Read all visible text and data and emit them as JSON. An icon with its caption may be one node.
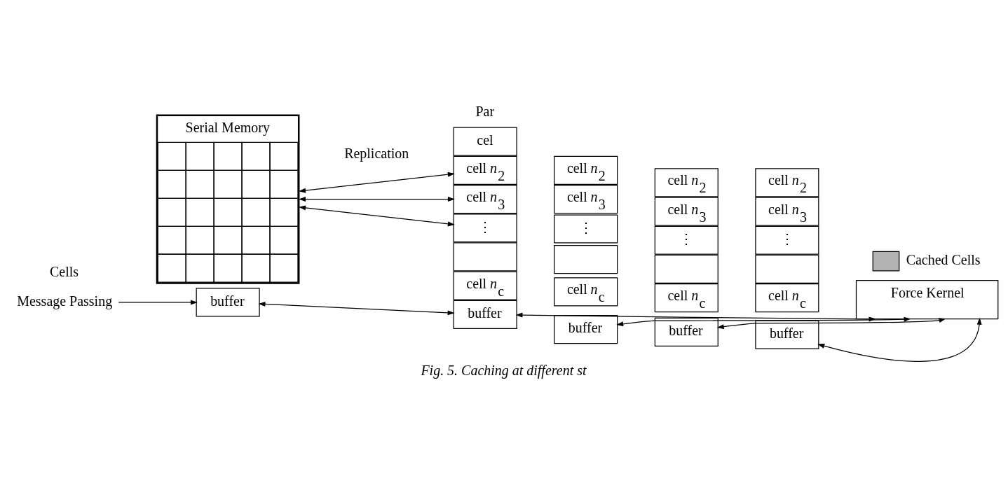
{
  "diagram": {
    "caption": "Fig. 5. Caching at different st",
    "nodes": [
      {
        "text": [
          "Serial Memory"
        ]
      },
      {
        "text": [
          "Message Passing"
        ]
      },
      {
        "text": [
          "buffer"
        ]
      },
      {
        "text": [
          "cel"
        ]
      },
      {
        "text": [
          "cell *n*$_{2}$"
        ]
      },
      {
        "text": [
          "cell *n*$_{3}$"
        ]
      },
      {
        "text": [
          "⋮"
        ]
      },
      {
        "text": [],
        "shape": "box"
      },
      {
        "text": [
          "cell *n*$_{c}$"
        ]
      },
      {
        "text": [
          "buffer"
        ]
      },
      {
        "text": [
          "cell *n*$_{2}$"
        ]
      },
      {
        "text": [
          "cell *n*$_{3}$"
        ]
      },
      {
        "text": [
          "⋮"
        ]
      },
      {
        "text": [],
        "shape": "box"
      },
      {
        "text": [
          "cell *n*$_{c}$"
        ]
      },
      {
        "text": [
          "buffer"
        ]
      },
      {
        "text": [
          "cell *n*$_{2}$"
        ]
      },
      {
        "text": [
          "cell *n*$_{3}$"
        ]
      },
      {
        "text": [
          "⋮"
        ]
      },
      {
        "text": [],
        "shape": "box"
      },
      {
        "text": [
          "cell *n*$_{c}$"
        ]
      },
      {
        "text": [
          "buffer"
        ]
      },
      {
        "text": [
          "cell *n*$_{2}$"
        ]
      },
      {
        "text": [
          "cell *n*$_{3}$"
        ]
      },
      {
        "text": [
          "⋮"
        ]
      },
      {
        "text": [],
        "shape": "box"
      },
      {
        "text": [
          "cell *n*$_{c}$"
        ]
      },
      {
        "text": [
          "buffer"
        ]
      },
      {
        "text": [
          "Force Kernel"
        ]
      }
    ],
    "edges": [
      {
        "from": 1,
        "to": 2,
        "arrow": "to"
      },
      {
        "from": 0,
        "to": 4,
        "arrow": "both"
      },
      {
        "from": 0,
        "to": 5,
        "arrow": "both"
      },
      {
        "from": 0,
        "to": 6,
        "arrow": "both"
      },
      {
        "from": 2,
        "to": 9,
        "arrow": "both"
      },
      {
        "from": 9,
        "to": 28,
        "arrow": "both"
      },
      {
        "from": 15,
        "to": 28,
        "arrow": "both"
      },
      {
        "from": 21,
        "to": 28,
        "arrow": "both"
      },
      {
        "from": 27,
        "to": 28,
        "arrow": "both"
      }
    ],
    "labels": [
      "Par",
      "Replication",
      "Cells"
    ],
    "legend": [
      {
        "text": "Cached Cells",
        "color": "#b3b3b3"
      }
    ]
  }
}
